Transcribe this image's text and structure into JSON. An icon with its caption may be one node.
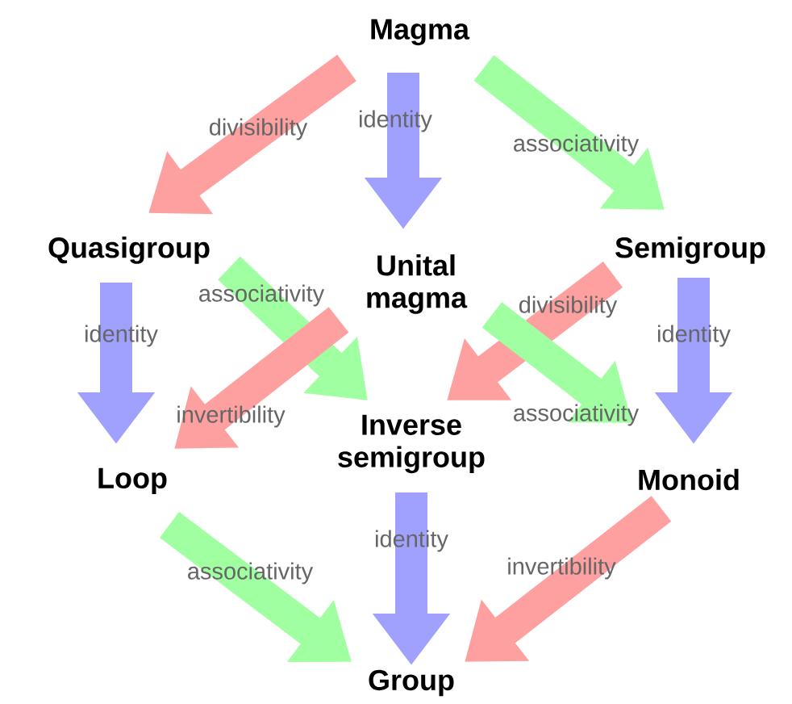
{
  "diagram": {
    "nodes": [
      {
        "text": [
          "Magma"
        ]
      },
      {
        "text": [
          "Quasigroup"
        ]
      },
      {
        "text": [
          "Unital magma"
        ]
      },
      {
        "text": [
          "Semigroup"
        ]
      },
      {
        "text": [
          "Loop"
        ]
      },
      {
        "text": [
          "Inverse semigroup"
        ]
      },
      {
        "text": [
          "Monoid"
        ]
      },
      {
        "text": [
          "Group"
        ]
      }
    ],
    "edges": [
      {
        "from": 0,
        "to": 1,
        "arrow": "to",
        "label": "divisibility",
        "color": "#ffa0a0"
      },
      {
        "from": 0,
        "to": 2,
        "arrow": "to",
        "label": "identity",
        "color": "#a0a0ff"
      },
      {
        "from": 0,
        "to": 3,
        "arrow": "to",
        "label": "associativity",
        "color": "#a0ffa0"
      },
      {
        "from": 1,
        "to": 4,
        "arrow": "to",
        "label": "identity",
        "color": "#a0a0ff"
      },
      {
        "from": 1,
        "to": 5,
        "arrow": "to",
        "label": "associativity",
        "color": "#a0ffa0"
      },
      {
        "from": 2,
        "to": 4,
        "arrow": "to",
        "label": "invertibility",
        "color": "#ffa0a0"
      },
      {
        "from": 3,
        "to": 5,
        "arrow": "to",
        "label": "divisibility",
        "color": "#ffa0a0"
      },
      {
        "from": 2,
        "to": 6,
        "arrow": "to",
        "label": "associativity",
        "color": "#a0ffa0"
      },
      {
        "from": 3,
        "to": 6,
        "arrow": "to",
        "label": "identity",
        "color": "#a0a0ff"
      },
      {
        "from": 4,
        "to": 7,
        "arrow": "to",
        "label": "associativity",
        "color": "#a0ffa0"
      },
      {
        "from": 5,
        "to": 7,
        "arrow": "to",
        "label": "identity",
        "color": "#a0a0ff"
      },
      {
        "from": 6,
        "to": 7,
        "arrow": "to",
        "label": "invertibility",
        "color": "#ffa0a0"
      }
    ]
  }
}
